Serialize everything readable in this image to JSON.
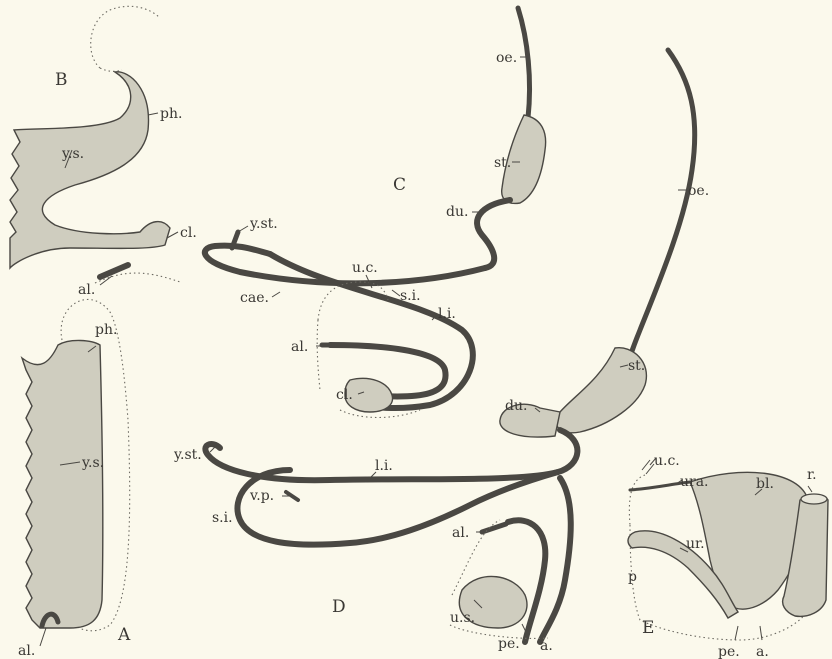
{
  "panels": {
    "A": "A",
    "B": "B",
    "C": "C",
    "D": "D",
    "E": "E"
  },
  "labels": {
    "A": {
      "ph": "ph.",
      "ys": "y.s.",
      "al": "al."
    },
    "B": {
      "ph": "ph.",
      "ys": "y.s.",
      "cl": "cl.",
      "al": "al."
    },
    "C": {
      "oe": "oe.",
      "st": "st.",
      "du": "du.",
      "yst": "y.st.",
      "uc": "u.c.",
      "si": "s.i.",
      "cae": "cae.",
      "li": "l.i.",
      "al": "al.",
      "cl": "cl."
    },
    "D": {
      "oe": "oe.",
      "st": "st.",
      "du": "du.",
      "yst": "y.st.",
      "li": "l.i.",
      "vp": "v.p.",
      "si": "s.i.",
      "al": "al.",
      "us": "u.s.",
      "pe": "pe.",
      "a": "a."
    },
    "E": {
      "uc": "u.c.",
      "ura": "ura.",
      "bl": "bl.",
      "r": "r.",
      "ur": "ur.",
      "p": "p",
      "pe": "pe.",
      "a": "a."
    }
  },
  "colors": {
    "background": "#fbf9ec",
    "ink": "#4a4843",
    "shading": "#cfcdbf"
  }
}
